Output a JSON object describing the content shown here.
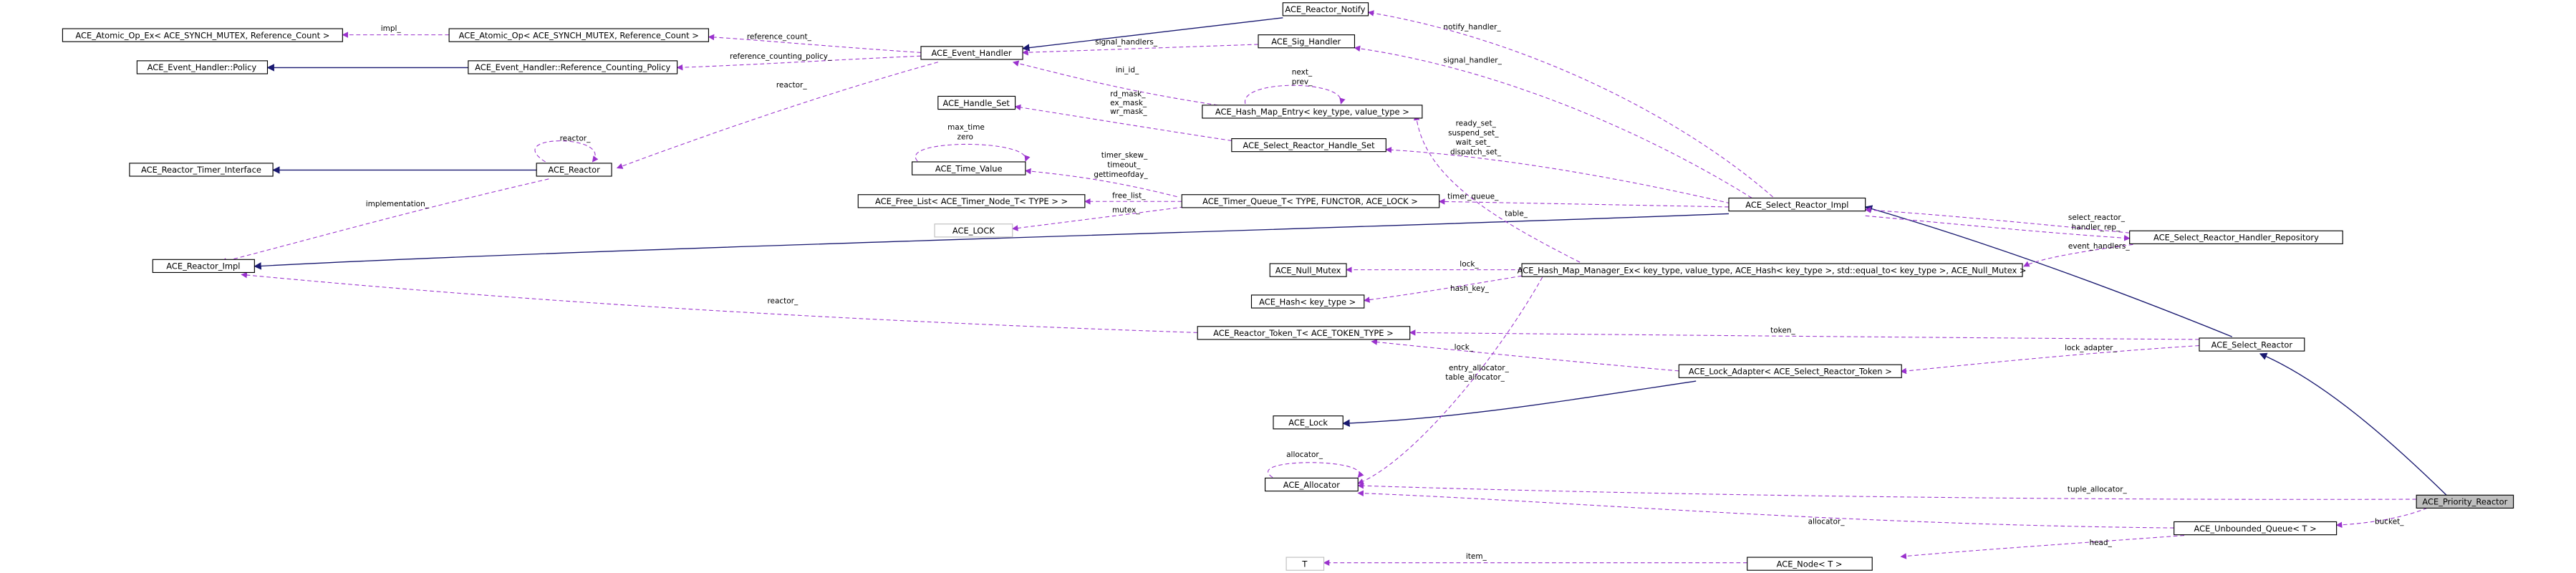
{
  "colors": {
    "usage_edge": "#9a32cd",
    "inheritance_edge": "#191970",
    "node_border": "#000000",
    "undocumented_border": "#bfbfbf",
    "highlight_fill": "#bfbfbf"
  },
  "nodes": [
    {
      "id": "atomic_op_ex",
      "label": "ACE_Atomic_Op_Ex< ACE_SYNCH_MUTEX, Reference_Count >"
    },
    {
      "id": "atomic_op",
      "label": "ACE_Atomic_Op< ACE_SYNCH_MUTEX, Reference_Count >"
    },
    {
      "id": "event_handler_policy",
      "label": "ACE_Event_Handler::Policy"
    },
    {
      "id": "refcount_policy",
      "label": "ACE_Event_Handler::Reference_Counting_Policy"
    },
    {
      "id": "event_handler",
      "label": "ACE_Event_Handler"
    },
    {
      "id": "reactor_notify",
      "label": "ACE_Reactor_Notify"
    },
    {
      "id": "sig_handler",
      "label": "ACE_Sig_Handler"
    },
    {
      "id": "handle_set",
      "label": "ACE_Handle_Set"
    },
    {
      "id": "hash_map_entry",
      "label": "ACE_Hash_Map_Entry< key_type, value_type >"
    },
    {
      "id": "select_handle_set",
      "label": "ACE_Select_Reactor_Handle_Set"
    },
    {
      "id": "timer_interface",
      "label": "ACE_Reactor_Timer_Interface"
    },
    {
      "id": "reactor",
      "label": "ACE_Reactor"
    },
    {
      "id": "time_value",
      "label": "ACE_Time_Value"
    },
    {
      "id": "free_list",
      "label": "ACE_Free_List< ACE_Timer_Node_T< TYPE > >"
    },
    {
      "id": "timer_queue",
      "label": "ACE_Timer_Queue_T< TYPE, FUNCTOR, ACE_LOCK >"
    },
    {
      "id": "ace_lock_tmpl",
      "label": "ACE_LOCK"
    },
    {
      "id": "select_reactor_impl",
      "label": "ACE_Select_Reactor_Impl"
    },
    {
      "id": "handler_repository",
      "label": "ACE_Select_Reactor_Handler_Repository"
    },
    {
      "id": "reactor_impl",
      "label": "ACE_Reactor_Impl"
    },
    {
      "id": "null_mutex",
      "label": "ACE_Null_Mutex"
    },
    {
      "id": "hash_map_manager",
      "label": "ACE_Hash_Map_Manager_Ex< key_type, value_type, ACE_Hash< key_type >, std::equal_to< key_type >, ACE_Null_Mutex >"
    },
    {
      "id": "ace_hash",
      "label": "ACE_Hash< key_type >"
    },
    {
      "id": "reactor_token",
      "label": "ACE_Reactor_Token_T< ACE_TOKEN_TYPE >"
    },
    {
      "id": "select_reactor",
      "label": "ACE_Select_Reactor"
    },
    {
      "id": "lock_adapter",
      "label": "ACE_Lock_Adapter< ACE_Select_Reactor_Token >"
    },
    {
      "id": "ace_lock",
      "label": "ACE_Lock"
    },
    {
      "id": "priority_reactor",
      "label": "ACE_Priority_Reactor"
    },
    {
      "id": "allocator",
      "label": "ACE_Allocator"
    },
    {
      "id": "unbounded_queue",
      "label": "ACE_Unbounded_Queue< T >"
    },
    {
      "id": "t_param",
      "label": "T"
    },
    {
      "id": "node_t",
      "label": "ACE_Node< T >"
    }
  ],
  "edge_labels": {
    "impl": [
      "impl_"
    ],
    "reference_count": [
      "reference_count_"
    ],
    "reference_counting_policy": [
      "reference_counting_policy_"
    ],
    "reactor_eh": [
      "reactor_"
    ],
    "notify_handler": [
      "notify_handler_"
    ],
    "signal_handlers": [
      "signal_handlers_"
    ],
    "signal_handler": [
      "signal_handler_"
    ],
    "ini_id": [
      "ini_id_"
    ],
    "next_prev": [
      "next_",
      "prev_"
    ],
    "masks": [
      "rd_mask_",
      "ex_mask_",
      "wr_mask_"
    ],
    "sets": [
      "ready_set_",
      "suspend_set_",
      "wait_set_",
      "dispatch_set_"
    ],
    "reactor_self": [
      "reactor_"
    ],
    "time_self": [
      "max_time",
      "zero"
    ],
    "timer_fields": [
      "timer_skew_",
      "timeout_",
      "gettimeofday_"
    ],
    "free_list": [
      "free_list_"
    ],
    "mutex": [
      "mutex_"
    ],
    "implementation": [
      "implementation_"
    ],
    "timer_queue": [
      "timer_queue_"
    ],
    "table": [
      "table_"
    ],
    "select_reactor": [
      "select_reactor_"
    ],
    "handler_rep": [
      "handler_rep_"
    ],
    "event_handlers": [
      "event_handlers_"
    ],
    "lock": [
      "lock_"
    ],
    "hash_key": [
      "hash_key_"
    ],
    "reactor_token": [
      "reactor_"
    ],
    "token": [
      "token_"
    ],
    "lock_adapter": [
      "lock_adapter_"
    ],
    "lock_la": [
      "lock_"
    ],
    "allocators": [
      "entry_allocator_",
      "table_allocator_"
    ],
    "allocator_self": [
      "allocator_"
    ],
    "tuple_allocator": [
      "tuple_allocator_"
    ],
    "bucket": [
      "bucket_"
    ],
    "allocator_uq": [
      "allocator_"
    ],
    "head": [
      "head_"
    ],
    "item": [
      "item_"
    ]
  }
}
